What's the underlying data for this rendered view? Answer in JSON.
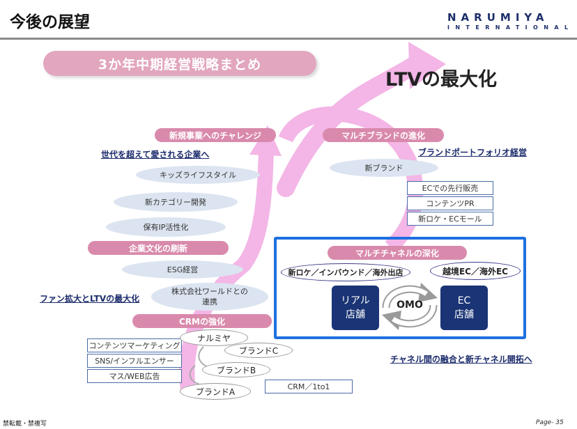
{
  "header": {
    "title": "今後の展望",
    "logo_main": "NARUMIYA",
    "logo_sub": "INTERNATIONAL"
  },
  "banner": "3か年中期経営戦略まとめ",
  "goal": "LTVの最大化",
  "sections": {
    "new_business": {
      "label": "新規事業へのチャレンジ",
      "heading": "世代を超えて愛される企業へ",
      "items": [
        "キッズライフスタイル",
        "新カテゴリー開発",
        "保有IP活性化"
      ]
    },
    "multi_brand": {
      "label": "マルチブランドの進化",
      "heading": "ブランドポートフォリオ経営",
      "cloud": "新ブランド",
      "boxes": [
        "ECでの先行販売",
        "コンテンツPR",
        "新ロケ・ECモール"
      ]
    },
    "culture": {
      "label": "企業文化の刷新",
      "items": [
        "ESG経営",
        "株式会社ワールドとの\n連携"
      ]
    },
    "fan": {
      "heading": "ファン拡大とLTVの最大化"
    },
    "crm": {
      "label": "CRMの強化",
      "boxes": [
        "コンテンツマーケティング",
        "SNS/インフルエンサー",
        "マス/WEB広告"
      ],
      "ovals": [
        "ナルミヤ",
        "ブランドC",
        "ブランドB",
        "ブランドA"
      ],
      "crm_box": "CRM／1to1"
    },
    "multichannel": {
      "label": "マルチチャネルの深化",
      "left_oval": "新ロケ／インバウンド／海外出店",
      "right_oval": "越境EC／海外EC",
      "real_store": "リアル\n店舗",
      "omo": "OMO",
      "ec_store": "EC\n店舗",
      "caption": "チャネル間の融合と新チャネル開拓へ"
    }
  },
  "footer": {
    "left": "禁転載・禁複写",
    "page": "Page- 35"
  },
  "colors": {
    "pink": "#d98aac",
    "arrow_pink": "#f3b6e6",
    "navy": "#1a3475",
    "frame_blue": "#1f6fe0",
    "cloud": "#dbe4f0"
  }
}
